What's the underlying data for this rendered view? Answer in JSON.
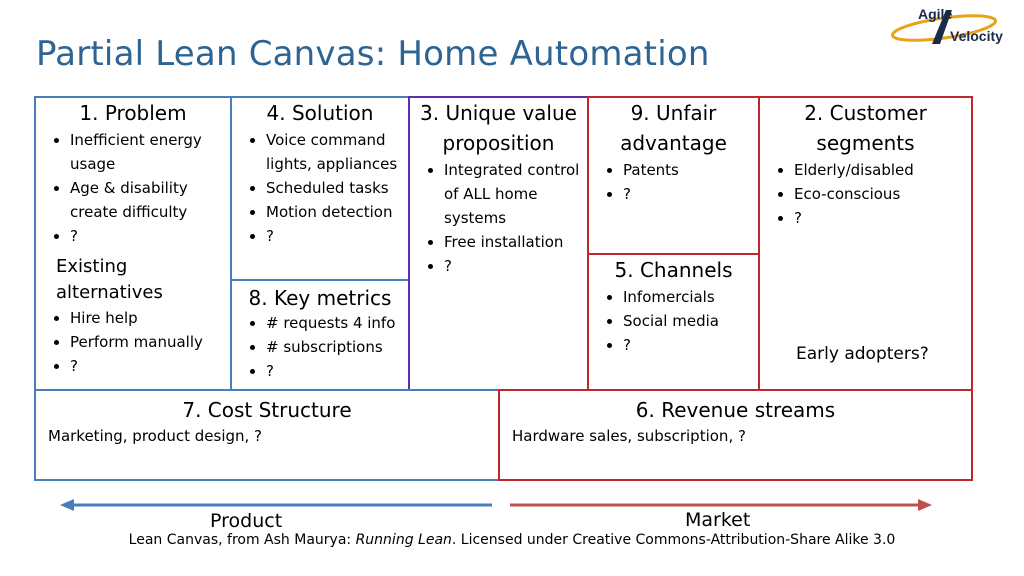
{
  "title": "Partial Lean Canvas: Home Automation",
  "logo": {
    "line1": "Agile",
    "line2": "Velocity"
  },
  "problem": {
    "heading": "1. Problem",
    "items": [
      "Inefficient energy usage",
      "Age & disability create difficulty",
      "?"
    ],
    "alternatives_heading": "Existing alternatives",
    "alternatives": [
      "Hire help",
      "Perform manually",
      "?"
    ]
  },
  "solution": {
    "heading": "4. Solution",
    "items": [
      "Voice command lights, appliances",
      "Scheduled tasks",
      "Motion detection",
      "?"
    ]
  },
  "key_metrics": {
    "heading": "8. Key metrics",
    "items": [
      "# requests 4 info",
      "# subscriptions",
      "?"
    ]
  },
  "uvp": {
    "heading": "3. Unique value proposition",
    "items": [
      "Integrated control of ALL home systems",
      "Free installation",
      "?"
    ]
  },
  "unfair_advantage": {
    "heading": "9. Unfair advantage",
    "items": [
      "Patents",
      "?"
    ]
  },
  "channels": {
    "heading": "5. Channels",
    "items": [
      "Infomercials",
      "Social media",
      "?"
    ]
  },
  "customer_segments": {
    "heading": "2. Customer segments",
    "items": [
      "Elderly/disabled",
      "Eco-conscious",
      "?"
    ],
    "early_adopters": "Early adopters?"
  },
  "cost_structure": {
    "heading": "7. Cost Structure",
    "text": "Marketing, product design, ?"
  },
  "revenue_streams": {
    "heading": "6. Revenue streams",
    "text": "Hardware sales, subscription, ?"
  },
  "footer": {
    "product_label": "Product",
    "market_label": "Market",
    "credit_prefix": "Lean Canvas, from Ash Maurya: ",
    "credit_title": "Running Lean",
    "credit_suffix": ". Licensed under Creative Commons-Attribution-Share Alike 3.0"
  },
  "colors": {
    "title": "#2e6493",
    "product_side": "#4a7ebb",
    "market_side": "#c0272d",
    "uvp_border": "#5b2eb0"
  }
}
